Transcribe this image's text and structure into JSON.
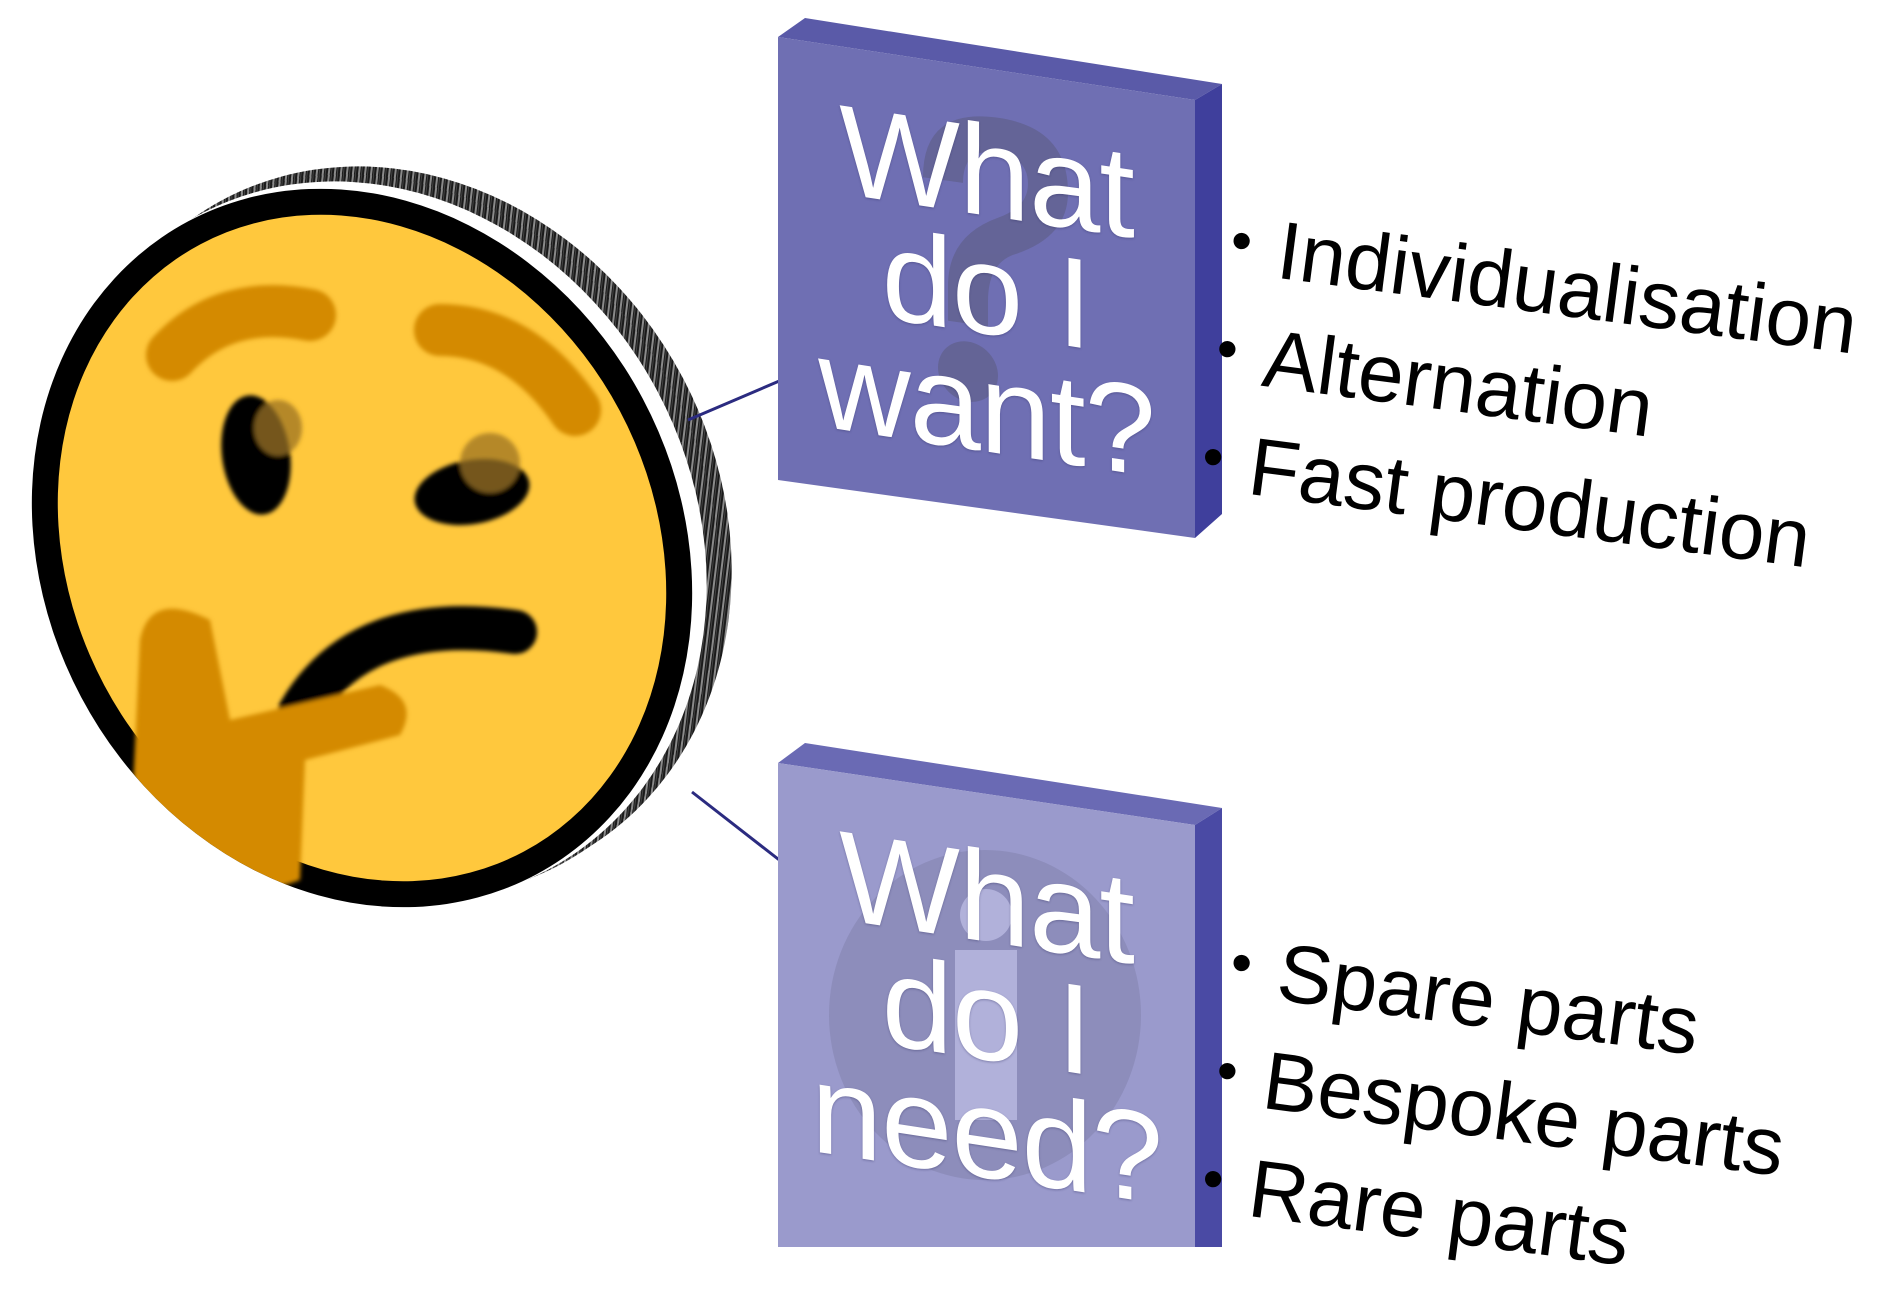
{
  "emoji": {
    "icon": "thinking-face-icon",
    "colors": {
      "face": "#FFC83D",
      "features": "#D48A00",
      "outline": "#000000"
    }
  },
  "blocks": [
    {
      "id": "want",
      "title_lines": [
        "What",
        "do I",
        "want?"
      ],
      "watermark_icon": "question-mark-icon",
      "colors": {
        "front": "#6F6FB3",
        "top": "#5A5AA8",
        "side": "#3F3F9C"
      },
      "bullets": [
        "Individualisation",
        "Alternation",
        "Fast production"
      ]
    },
    {
      "id": "need",
      "title_lines": [
        "What",
        "do I",
        "need?"
      ],
      "watermark_icon": "info-icon",
      "colors": {
        "front": "#9A9ACC",
        "top": "#6A6AB4",
        "side": "#4A4AA4"
      },
      "bullets": [
        "Spare parts",
        "Bespoke parts",
        "Rare parts"
      ]
    }
  ],
  "connector_color": "#2B2B80"
}
